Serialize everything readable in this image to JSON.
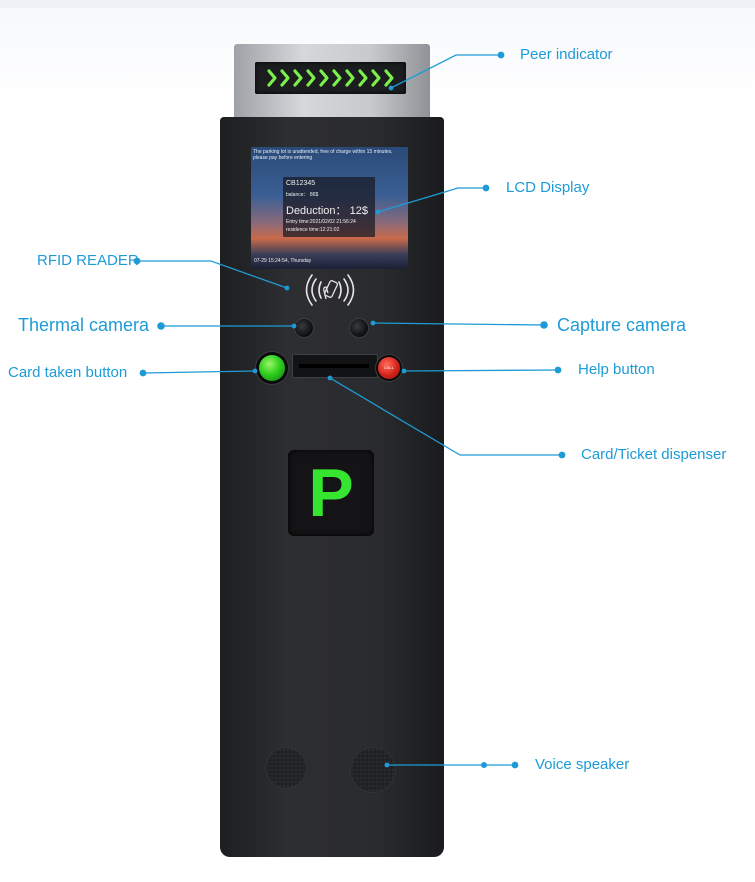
{
  "labels": {
    "peer_indicator": "Peer indicator",
    "lcd_display": "LCD Display",
    "rfid_reader": "RFID READER",
    "thermal_camera": "Thermal camera",
    "capture_camera": "Capture camera",
    "card_taken_button": "Card taken button",
    "help_button": "Help button",
    "card_ticket_dispenser": "Card/Ticket dispenser",
    "voice_speaker": "Voice speaker"
  },
  "screen": {
    "notice": "The parking lot is unattended, free of charge within 15 minutes, please pay before entering",
    "plate": "CB12345",
    "balance": "balance： 86$",
    "deduction": "Deduction： 12$",
    "entry_time": "Entry time:2021/02/02 21:56:24",
    "residence_time": "residence time:12:21:02",
    "footer": "07-29  15:24:54, Thursday"
  },
  "buttons": {
    "help_text": "CALL"
  },
  "sign": {
    "letter": "P"
  },
  "colors": {
    "callout": "#1e9bd6",
    "indicator_arrow": "#7cf04a",
    "p_sign": "#36e52f"
  },
  "icons": [
    "rfid-contactless-icon",
    "chevron-arrow-icon"
  ]
}
